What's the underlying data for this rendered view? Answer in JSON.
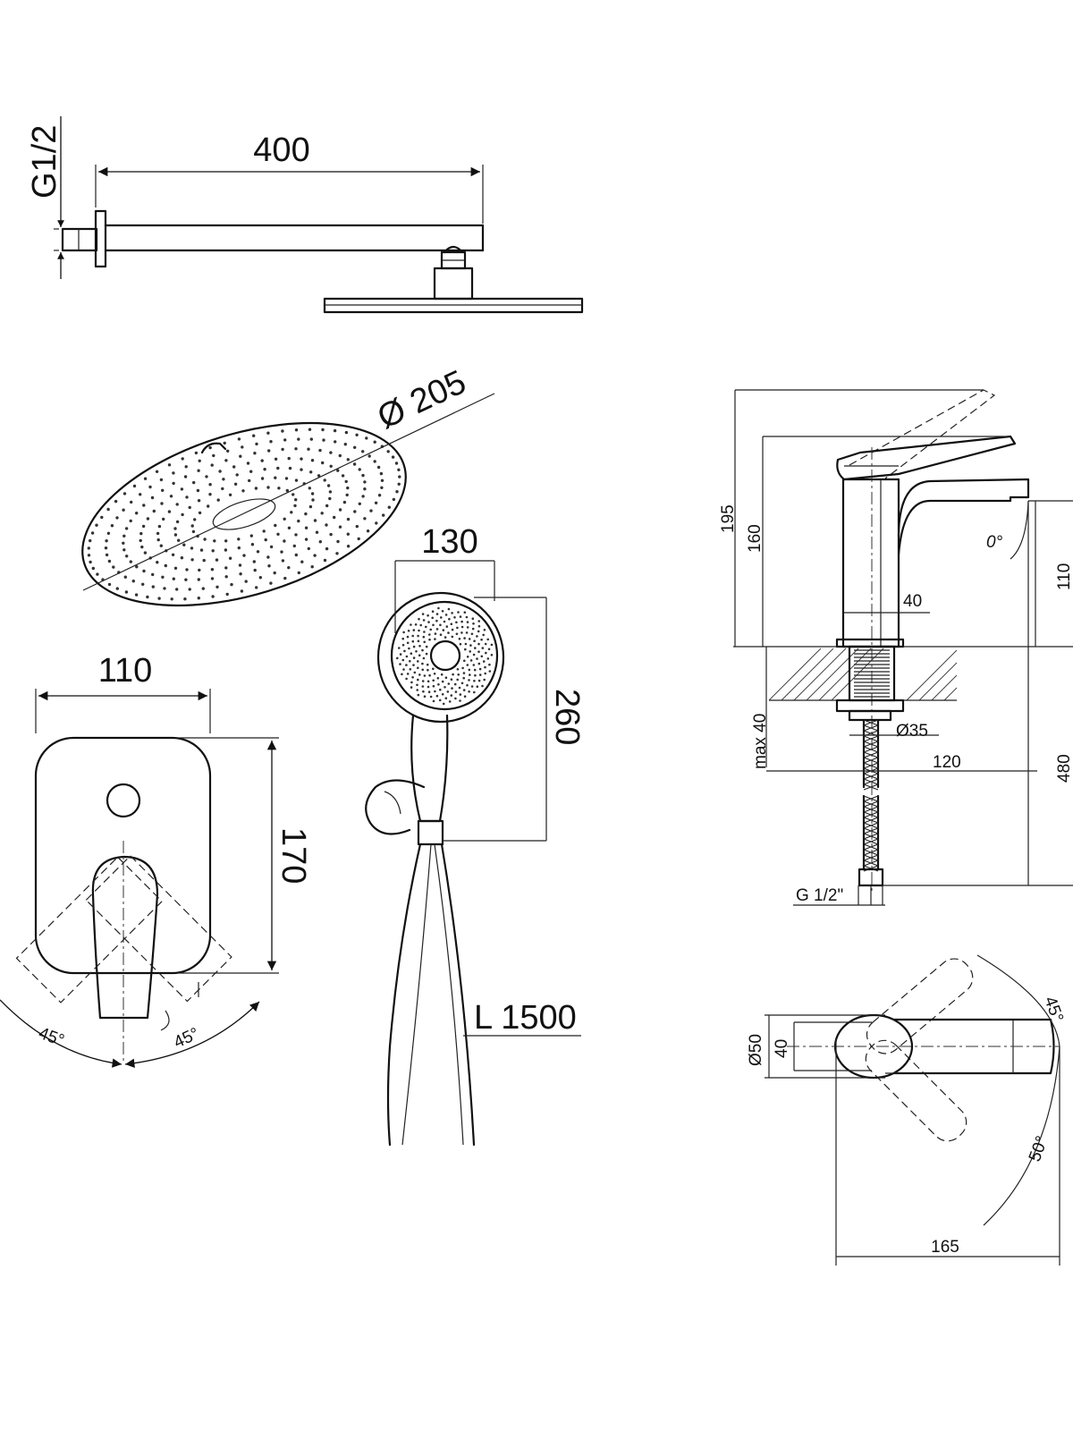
{
  "dimensions": {
    "arm_length": "400",
    "thread_arm": "G1/2",
    "head_diameter": "Ø 205",
    "mixer_plate_width": "110",
    "mixer_plate_height": "170",
    "mixer_angle_left": "45°",
    "mixer_angle_right": "45°",
    "hand_shower_width": "130",
    "hand_shower_length": "260",
    "hose_length": "L 1500",
    "faucet_total_height": "195",
    "faucet_body_height": "160",
    "faucet_lever_angle": "0°",
    "faucet_spout_height": "110",
    "faucet_base_width": "40",
    "faucet_max_deck": "max 40",
    "faucet_shank": "Ø35",
    "faucet_reach": "120",
    "faucet_hose_length": "480",
    "faucet_thread": "G 1/2\"",
    "top_body_diameter": "Ø50",
    "top_body_inner": "40",
    "top_angle_back": "45°",
    "top_angle_front": "50°",
    "top_length": "165"
  }
}
